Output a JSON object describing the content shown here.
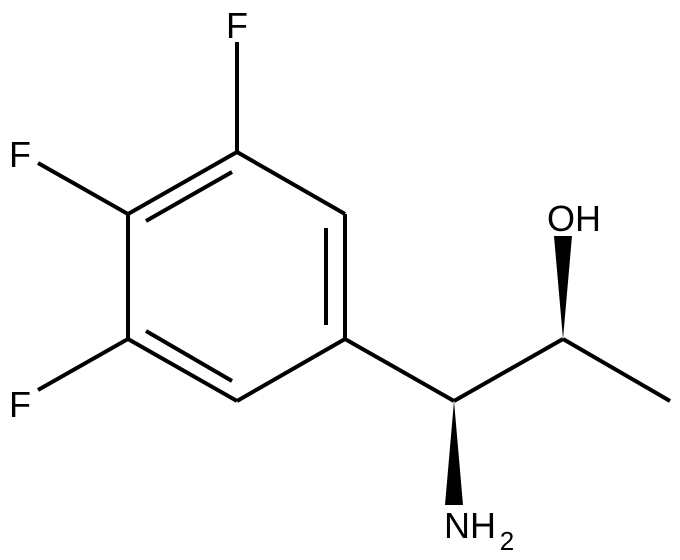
{
  "molecule": {
    "atoms": {
      "f_top": "F",
      "f_mid": "F",
      "f_bottom": "F",
      "hydroxyl_label": "OH",
      "amine_main": "NH",
      "amine_sub": "2"
    }
  }
}
